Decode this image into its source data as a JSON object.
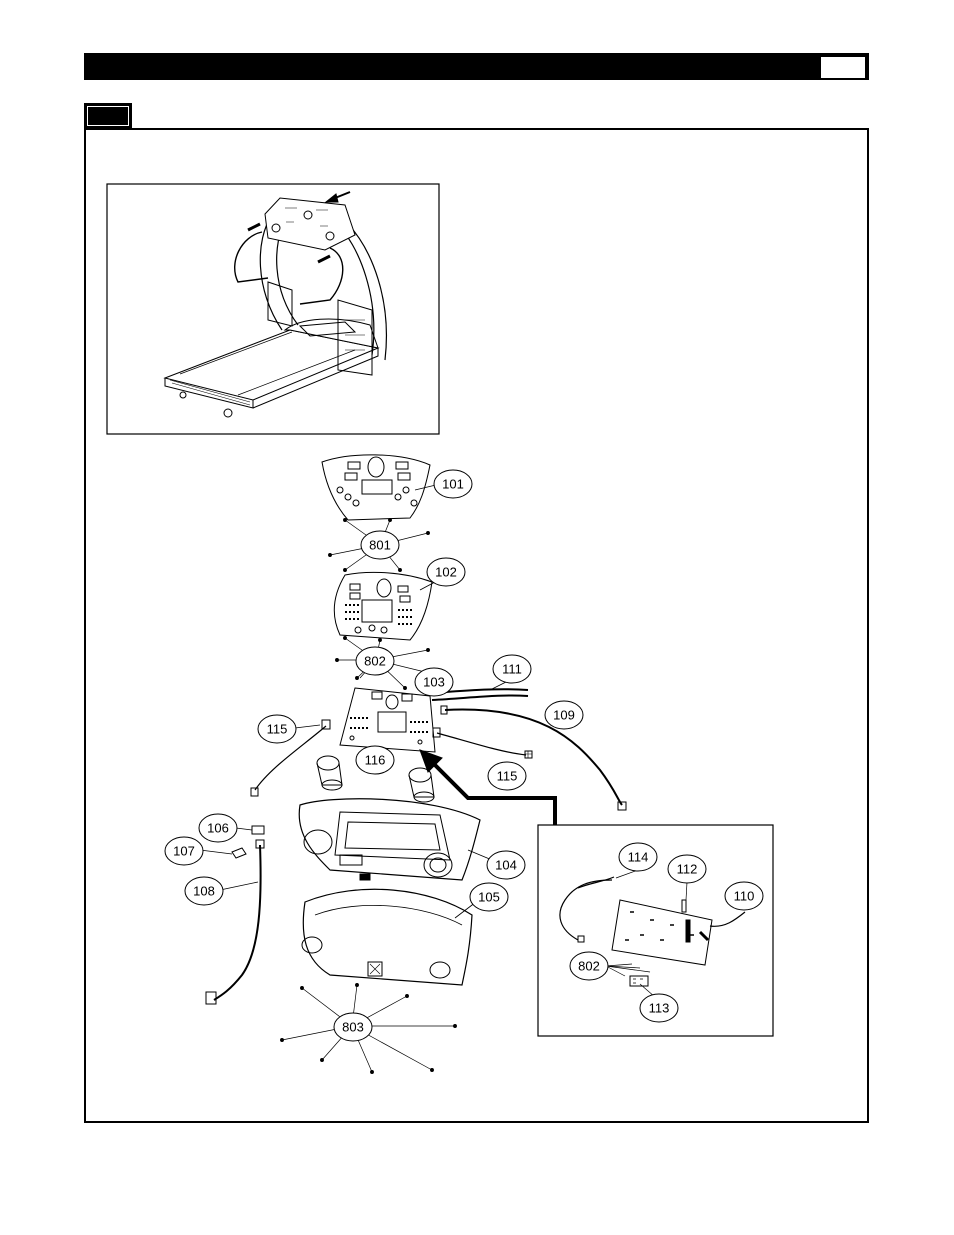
{
  "header": {
    "title": "",
    "page_number": ""
  },
  "section": {
    "label": ""
  },
  "callouts": [
    {
      "id": "c-101",
      "label": "101"
    },
    {
      "id": "c-801",
      "label": "801"
    },
    {
      "id": "c-102",
      "label": "102"
    },
    {
      "id": "c-802",
      "label": "802"
    },
    {
      "id": "c-103",
      "label": "103"
    },
    {
      "id": "c-111",
      "label": "111"
    },
    {
      "id": "c-109",
      "label": "109"
    },
    {
      "id": "c-115a",
      "label": "115"
    },
    {
      "id": "c-115b",
      "label": "115"
    },
    {
      "id": "c-116",
      "label": "116"
    },
    {
      "id": "c-106",
      "label": "106"
    },
    {
      "id": "c-107",
      "label": "107"
    },
    {
      "id": "c-108",
      "label": "108"
    },
    {
      "id": "c-104",
      "label": "104"
    },
    {
      "id": "c-105",
      "label": "105"
    },
    {
      "id": "c-803",
      "label": "803"
    },
    {
      "id": "c-114",
      "label": "114"
    },
    {
      "id": "c-112",
      "label": "112"
    },
    {
      "id": "c-110",
      "label": "110"
    },
    {
      "id": "c-802b",
      "label": "802"
    },
    {
      "id": "c-113",
      "label": "113"
    }
  ]
}
